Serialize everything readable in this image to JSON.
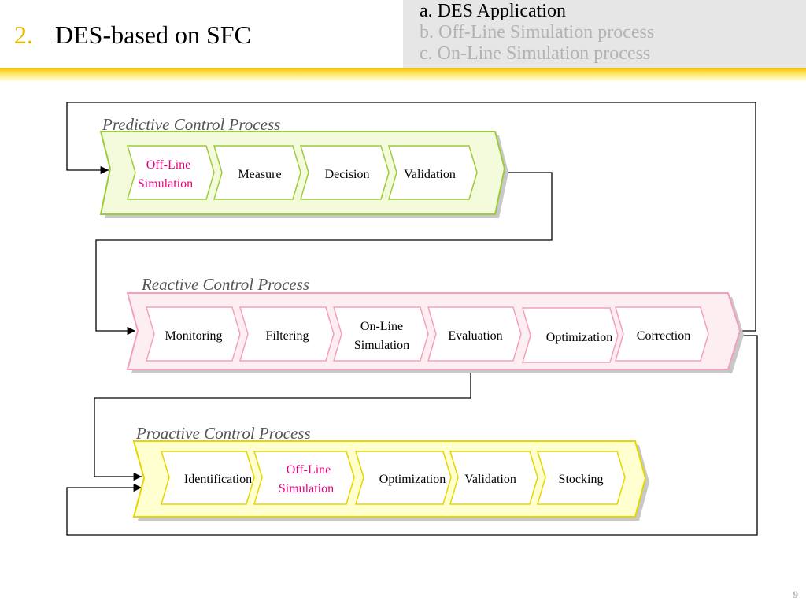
{
  "header": {
    "number": "2.",
    "title": "DES-based on SFC"
  },
  "agenda": {
    "items": [
      "a. DES Application",
      "b. Off-Line Simulation process",
      "c. On-Line Simulation process"
    ]
  },
  "page_number": "9",
  "processes": {
    "predictive": {
      "title": "Predictive Control Process",
      "steps": [
        [
          "Off-Line",
          "Simulation"
        ],
        [
          "Measure"
        ],
        [
          "Decision"
        ],
        [
          "Validation"
        ]
      ]
    },
    "reactive": {
      "title": "Reactive Control Process",
      "steps": [
        [
          "Monitoring"
        ],
        [
          "Filtering"
        ],
        [
          "On-Line",
          "Simulation"
        ],
        [
          "Evaluation"
        ],
        [
          "Optimization"
        ],
        [
          "Correction"
        ]
      ]
    },
    "proactive": {
      "title": "Proactive Control Process",
      "steps": [
        [
          "Identification"
        ],
        [
          "Off-Line",
          "Simulation"
        ],
        [
          "Optimization"
        ],
        [
          "Validation"
        ],
        [
          "Stocking"
        ]
      ]
    }
  },
  "colors": {
    "predictive_fill": "#f4fbdc",
    "predictive_border": "#9ccc3c",
    "reactive_fill": "#fdeef2",
    "reactive_border": "#f4a0bc",
    "proactive_fill": "#ffffd0",
    "proactive_border": "#e6d600",
    "highlight_text": "#e6007e",
    "title_accent": "#e6b800"
  }
}
